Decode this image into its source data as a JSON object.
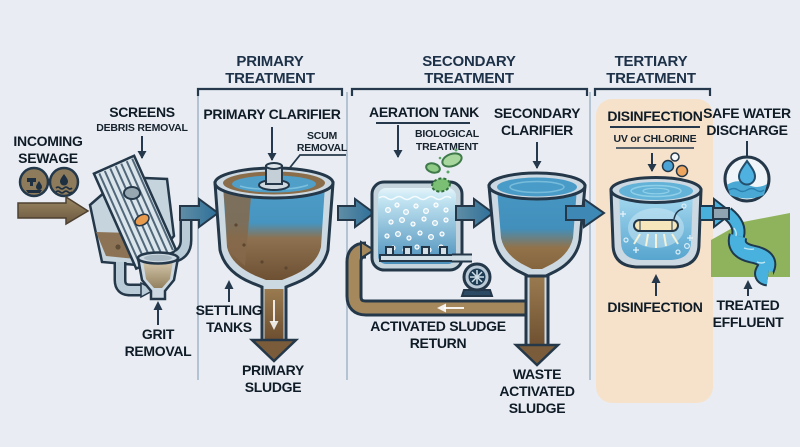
{
  "sections": {
    "primary": {
      "line1": "PRIMARY",
      "line2": "TREATMENT"
    },
    "secondary": {
      "line1": "SECONDARY",
      "line2": "TREATMENT"
    },
    "tertiary": {
      "line1": "TERTIARY",
      "line2": "TREATMENT"
    }
  },
  "stages": {
    "incoming_sewage": {
      "line1": "INCOMING",
      "line2": "SEWAGE"
    },
    "screens": {
      "title": "SCREENS",
      "subtitle": "DEBRIS REMOVAL"
    },
    "grit_removal": {
      "line1": "GRIT",
      "line2": "REMOVAL"
    },
    "primary_clarifier": {
      "title": "PRIMARY CLARIFIER"
    },
    "scum_removal": {
      "line1": "SCUM",
      "line2": "REMOVAL"
    },
    "settling_tanks": {
      "line1": "SETTLING",
      "line2": "TANKS"
    },
    "primary_sludge": {
      "line1": "PRIMARY",
      "line2": "SLUDGE"
    },
    "aeration_tank": {
      "title": "AERATION TANK",
      "sub1": "BIOLOGICAL",
      "sub2": "TREATMENT"
    },
    "secondary_clarifier": {
      "line1": "SECONDARY",
      "line2": "CLARIFIER"
    },
    "activated_sludge_return": {
      "line1": "ACTIVATED SLUDGE",
      "line2": "RETURN"
    },
    "waste_activated_sludge": {
      "line1": "WASTE",
      "line2": "ACTIVATED",
      "line3": "SLUDGE"
    },
    "disinfection": {
      "title": "DISINFECTION",
      "subtitle": "UV or CHLORINE",
      "bottom_label": "DISINFECTION"
    },
    "safe_water_discharge": {
      "line1": "SAFE WATER",
      "line2": "DISCHARGE"
    },
    "treated_effluent": {
      "line1": "TREATED",
      "line2": "EFFLUENT"
    }
  },
  "icons": {
    "incoming_left": "factory-faucet-icon",
    "incoming_right": "water-drop-waves-icon",
    "screen_grate": "bar-screen-icon",
    "grit_funnel": "grit-funnel-icon",
    "microbes": "bacteria-icon",
    "pump": "pump-impeller-icon",
    "uv_lamp": "uv-lamp-icon",
    "discharge_drop": "water-drop-circle-icon",
    "river": "river-outfall-icon"
  },
  "colors": {
    "background": "#e9edf3",
    "tertiary_panel": "#f6e2cb",
    "outline": "#24384a",
    "header_text": "#1d3148",
    "label_text": "#0f1b26",
    "water_blue": "#4e9dc8",
    "aeration_light_blue": "#c8e8f4",
    "sludge_brown": "#7b5c3a",
    "return_pipe_brown": "#a5885c",
    "flow_arrow_teal": "#3a7ca6",
    "discharge_arrow_blue": "#49b0dc",
    "microbe_green": "#8fca86",
    "landscape_green": "#8fb35c",
    "divider_line": "#b3c3d2"
  }
}
